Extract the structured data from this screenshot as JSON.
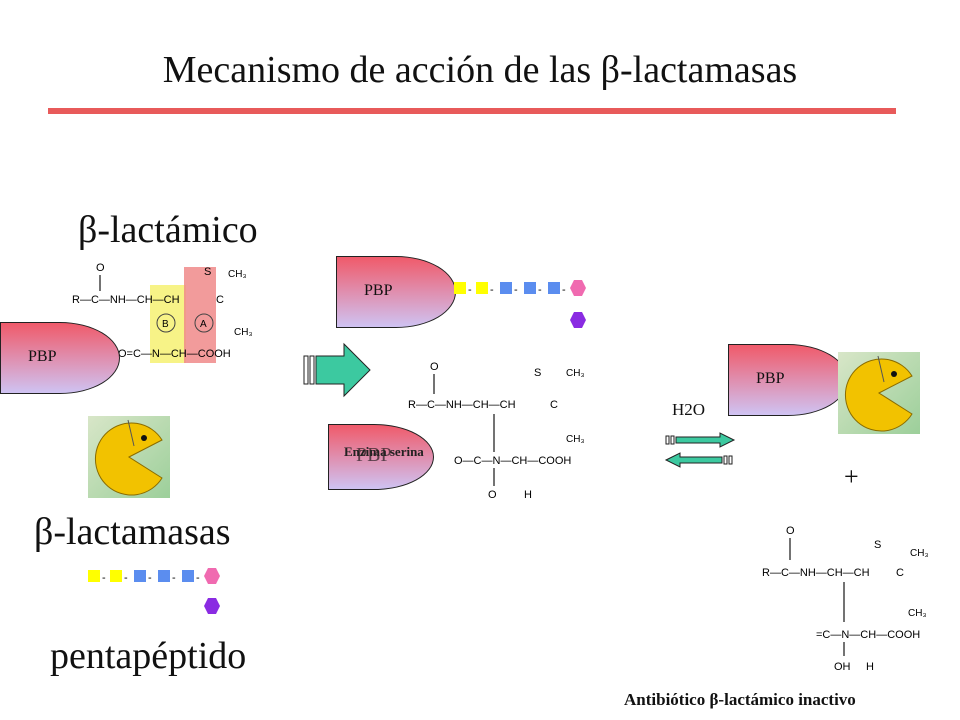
{
  "title": "Mecanismo de acción  de las β-lactamasas",
  "labels": {
    "beta_lactamico": "β-lactámico",
    "beta_lactamasas": "β-lactamasas",
    "pentapeptido": "pentapéptido",
    "h2o": "H2O",
    "plus": "+",
    "caption": "Antibiótico β-lactámico inactivo",
    "enzima_serina": "Enzima serina"
  },
  "pbp_labels": [
    "PBP",
    "PBP",
    "PBP",
    "PBP"
  ],
  "colors": {
    "accent_rule": "#e85a5a",
    "arrow_green": "#3cc9a0",
    "peptide_yellow": "#ffff00",
    "peptide_blue": "#5b8def",
    "hex_pink": "#f06ab0",
    "hex_purple": "#8a2be2"
  },
  "icons": [
    "pacman-icon",
    "green-block-arrow",
    "equilibrium-arrows"
  ]
}
